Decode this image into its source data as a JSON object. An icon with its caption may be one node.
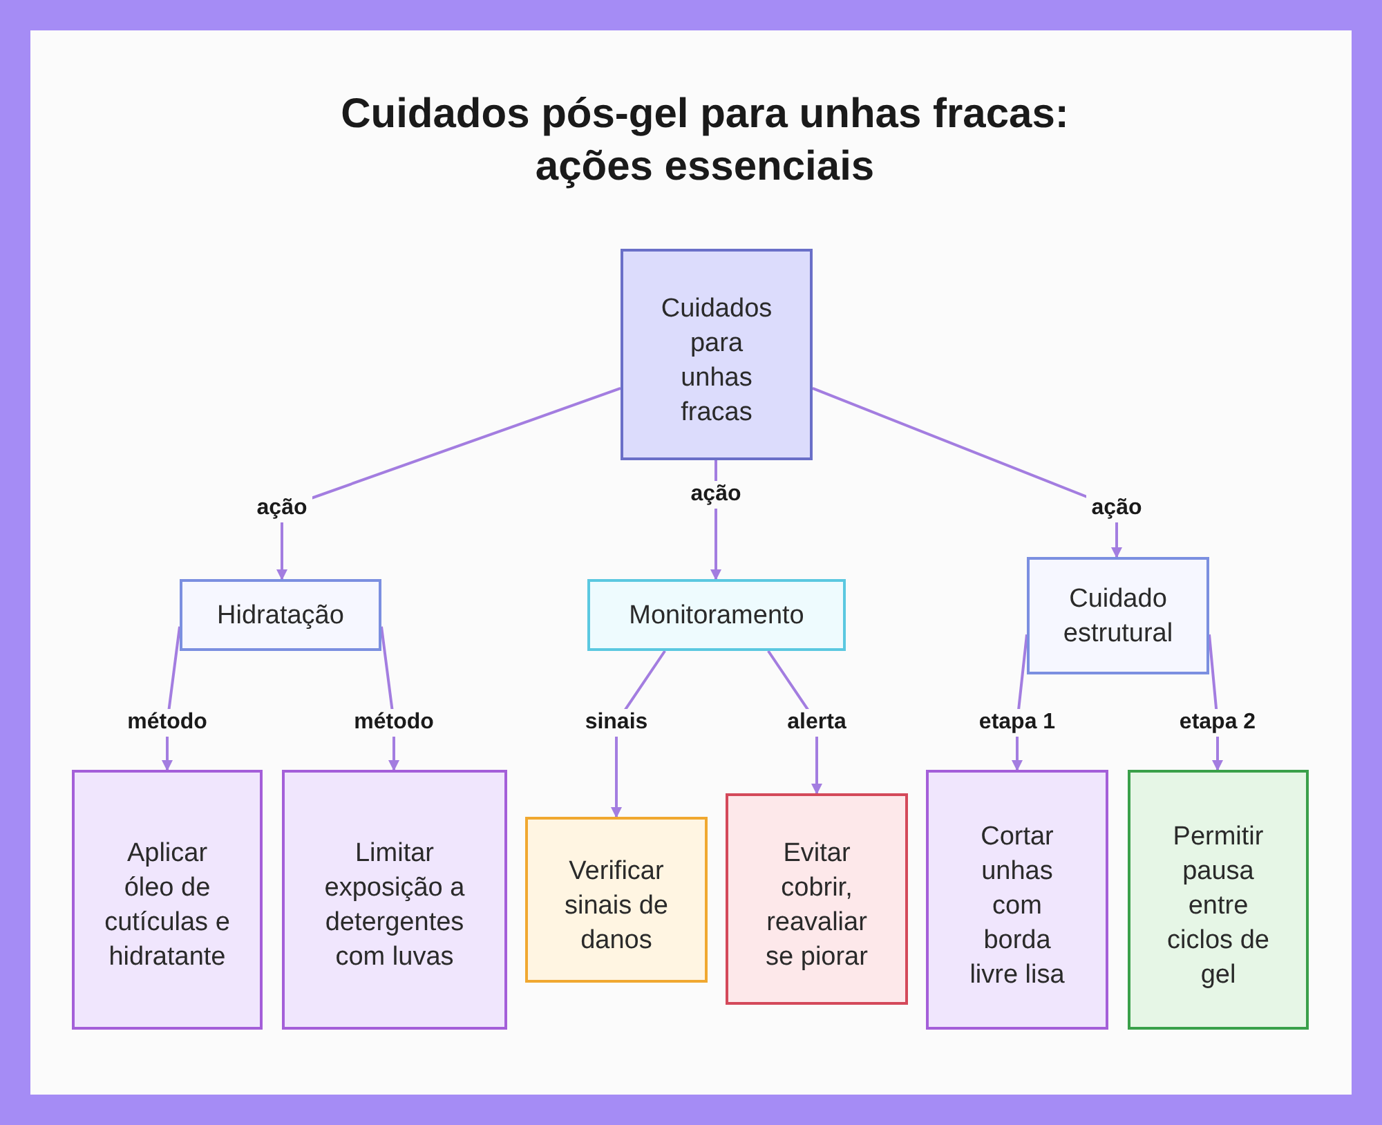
{
  "diagram": {
    "title": "Cuidados pós-gel para unhas fracas: ações essenciais",
    "nodes": [
      {
        "text": [
          "Cuidados para unhas fracas"
        ]
      },
      {
        "text": [
          "Hidratação"
        ]
      },
      {
        "text": [
          "Monitoramento"
        ]
      },
      {
        "text": [
          "Cuidado estrutural"
        ]
      },
      {
        "text": [
          "Aplicar óleo de cutículas e hidratante"
        ]
      },
      {
        "text": [
          "Limitar exposição a detergentes com luvas"
        ]
      },
      {
        "text": [
          "Verificar sinais de danos"
        ]
      },
      {
        "text": [
          "Evitar cobrir, reavaliar se piorar"
        ]
      },
      {
        "text": [
          "Cortar unhas com borda livre lisa"
        ]
      },
      {
        "text": [
          "Permitir pausa entre ciclos de gel"
        ]
      }
    ],
    "edges": [
      {
        "from": 0,
        "to": 1,
        "arrow": "to",
        "label": "ação"
      },
      {
        "from": 0,
        "to": 2,
        "arrow": "to",
        "label": "ação"
      },
      {
        "from": 0,
        "to": 3,
        "arrow": "to",
        "label": "ação"
      },
      {
        "from": 1,
        "to": 4,
        "arrow": "to",
        "label": "método"
      },
      {
        "from": 1,
        "to": 5,
        "arrow": "to",
        "label": "método"
      },
      {
        "from": 2,
        "to": 6,
        "arrow": "to",
        "label": "sinais"
      },
      {
        "from": 2,
        "to": 7,
        "arrow": "to",
        "label": "alerta"
      },
      {
        "from": 3,
        "to": 8,
        "arrow": "to",
        "label": "etapa 1"
      },
      {
        "from": 3,
        "to": 9,
        "arrow": "to",
        "label": "etapa 2"
      }
    ]
  }
}
